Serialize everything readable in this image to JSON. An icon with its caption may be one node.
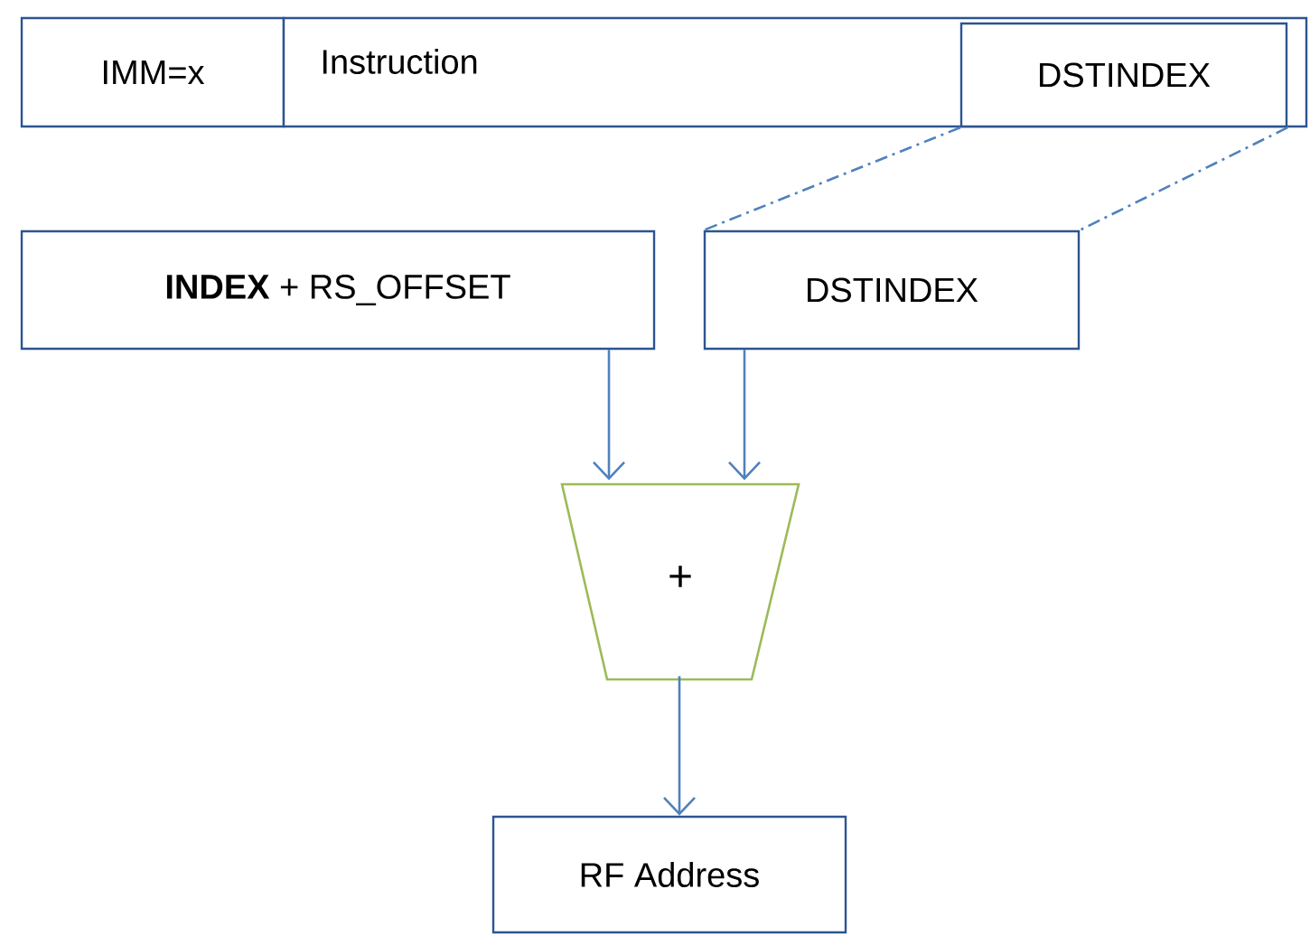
{
  "diagram": {
    "nodes": [
      {
        "text": [
          "IMM=x"
        ]
      },
      {
        "text": [
          "Instruction"
        ]
      },
      {
        "text": [
          "DSTINDEX"
        ],
        "in": 1
      },
      {
        "text": [
          "**INDEX** + RS_OFFSET"
        ]
      },
      {
        "text": [
          "DSTINDEX"
        ]
      },
      {
        "text": [
          "+"
        ]
      },
      {
        "text": [
          "RF Address"
        ]
      }
    ],
    "edges": [
      {
        "from": 2,
        "to": 4,
        "arrow": "none",
        "style": "dashed"
      },
      {
        "from": 2,
        "to": 4,
        "arrow": "none",
        "style": "dashed"
      },
      {
        "from": 3,
        "to": 5,
        "arrow": "to"
      },
      {
        "from": 4,
        "to": 5,
        "arrow": "to"
      },
      {
        "from": 5,
        "to": 6,
        "arrow": "to"
      }
    ]
  }
}
